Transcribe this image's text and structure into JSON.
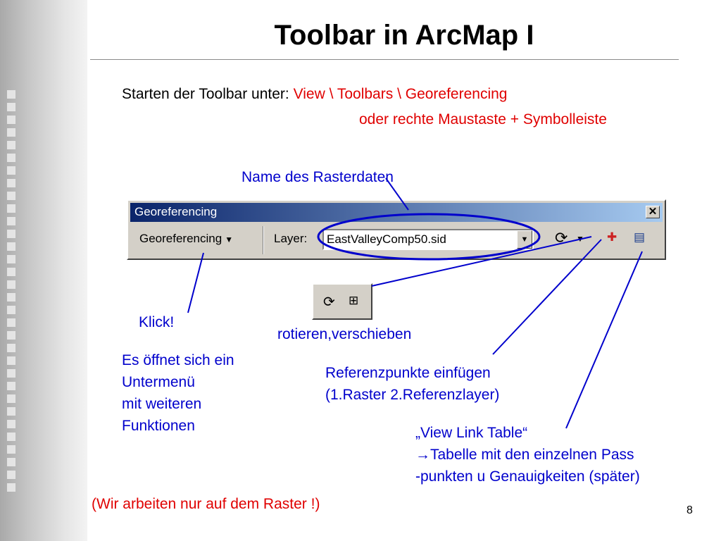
{
  "slide": {
    "title": "Toolbar in ArcMap I",
    "start_prefix": "Starten der Toolbar unter: ",
    "start_path": "View \\ Toolbars \\ Georeferencing",
    "start_alt": "oder rechte Maustaste + Symbolleiste",
    "note_raster_name": "Name des Rasterdaten",
    "note_klick": "Klick!",
    "note_submenu": [
      "Es öffnet sich ein",
      "Untermenü",
      "mit weiteren",
      "Funktionen"
    ],
    "note_rotate": "rotieren,verschieben",
    "note_reference": [
      "Referenzpunkte einfügen",
      "(1.Raster 2.Referenzlayer)"
    ],
    "note_link_table": [
      "„View Link Table“",
      "→Tabelle mit den einzelnen Pass",
      "-punkten  u Genauigkeiten (später)"
    ],
    "footer_note": "(Wir arbeiten nur auf dem Raster !)",
    "page_number": "8"
  },
  "toolbar": {
    "window_title": "Georeferencing",
    "close_glyph": "✕",
    "menu_label": "Georeferencing",
    "menu_arrow": "▼",
    "layer_label": "Layer:",
    "layer_value": "EastValleyComp50.sid",
    "combo_arrow": "▼",
    "rotate_icon": "⟳",
    "rotate_arrow": "▼",
    "add_control_points_icon": "✚",
    "link_table_icon": "▤"
  },
  "mini_panel": {
    "rotate_icon": "⟳",
    "shift_icon": "⊞"
  },
  "colors": {
    "accent_red": "#e00000",
    "annotation_blue": "#0000cc",
    "titlebar_dark": "#0a246a",
    "titlebar_light": "#a6caf0"
  }
}
